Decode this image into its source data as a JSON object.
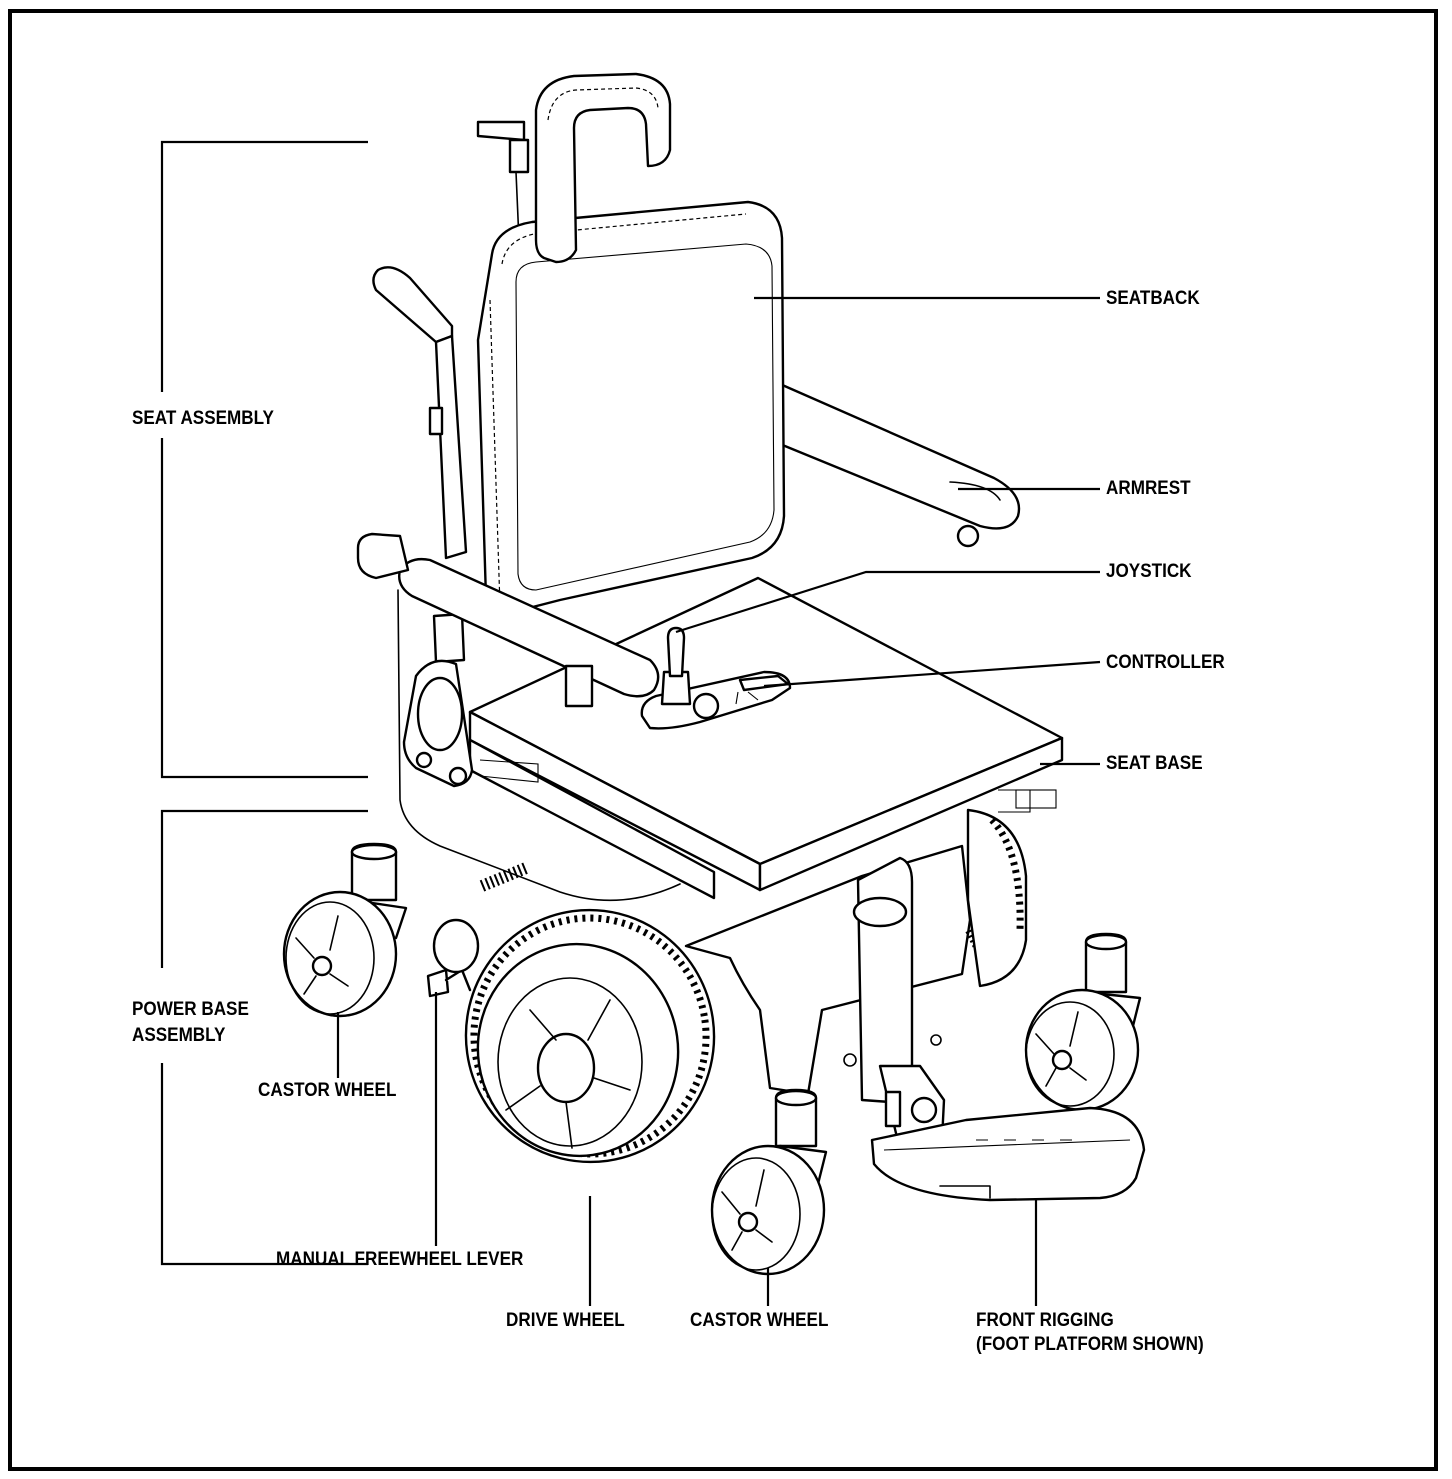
{
  "labels": {
    "seatback": "SEATBACK",
    "seat_assembly": "SEAT ASSEMBLY",
    "armrest": "ARMREST",
    "joystick": "JOYSTICK",
    "controller": "CONTROLLER",
    "seat_base": "SEAT BASE",
    "power_base_line1": "POWER BASE",
    "power_base_line2": "ASSEMBLY",
    "castor_wheel_left": "CASTOR WHEEL",
    "manual_freewheel_lever": "MANUAL FREEWHEEL LEVER",
    "drive_wheel": "DRIVE WHEEL",
    "castor_wheel_front": "CASTOR WHEEL",
    "front_rigging_line1": "FRONT RIGGING",
    "front_rigging_line2": "(FOOT PLATFORM SHOWN)"
  }
}
